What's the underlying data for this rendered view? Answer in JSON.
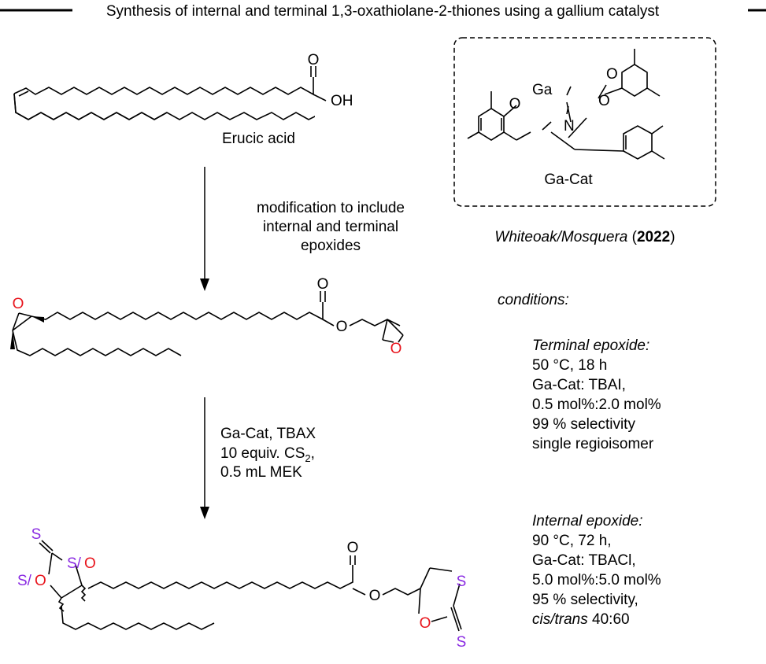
{
  "title": "Synthesis of internal and terminal 1,3-oxathiolane-2-thiones using a gallium catalyst",
  "colors": {
    "oxygen": "#e8141c",
    "sulfur": "#8a2be2",
    "ink": "#000000"
  },
  "molecules": {
    "erucic_acid_label": "Erucic acid",
    "ga_cat_label": "Ga-Cat",
    "atoms": {
      "O": "O",
      "OH": "OH",
      "Ga": "Ga",
      "N": "N",
      "S": "S",
      "S_slash_O": "S/O",
      "S_slash": "S/"
    }
  },
  "step1": {
    "lines": [
      "modification to include",
      "internal and terminal",
      "epoxides"
    ]
  },
  "step2": {
    "line1": "Ga-Cat, TBAX",
    "line2_prefix": "10 equiv. CS",
    "line2_sub": "2",
    "line2_suffix": ",",
    "line3": "0.5 mL MEK"
  },
  "citation": {
    "authors": "Whiteoak/Mosquera",
    "open": " (",
    "year": "2022",
    "close": ")"
  },
  "conditions": {
    "heading": "conditions:",
    "terminal": {
      "title": "Terminal epoxide:",
      "lines": [
        "50 °C, 18 h",
        "Ga-Cat: TBAI,",
        "0.5 mol%:2.0 mol%",
        "99 % selectivity",
        "single regioisomer"
      ]
    },
    "internal": {
      "title": "Internal epoxide:",
      "lines": [
        "90 °C, 72 h,",
        "Ga-Cat: TBACl,",
        "5.0 mol%:5.0 mol%",
        "95 % selectivity,"
      ],
      "last_italic": "cis/trans",
      "last_plain": " 40:60"
    }
  }
}
